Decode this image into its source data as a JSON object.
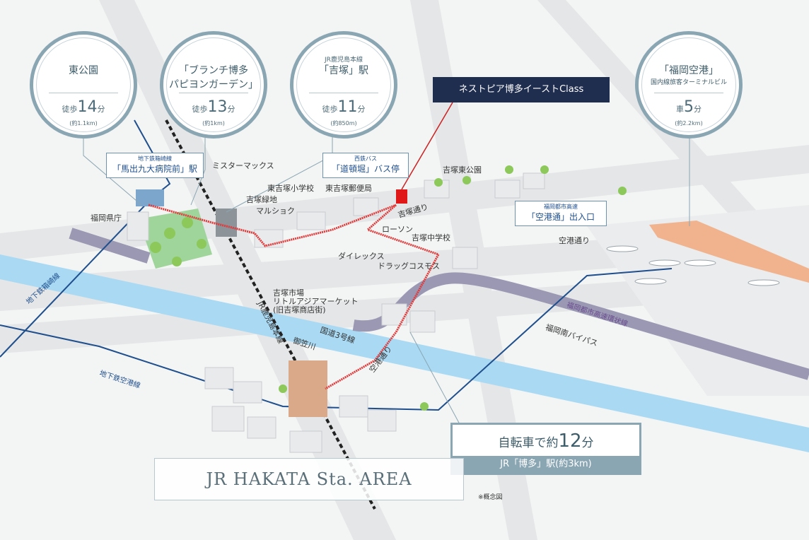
{
  "property_name": "ネストピア博多イーストClass",
  "destinations": [
    {
      "sub": "",
      "title": "東公園",
      "title2": "",
      "mode": "徒歩",
      "minutes": "14",
      "unit": "分",
      "distance": "(約1.1km)"
    },
    {
      "sub": "",
      "title": "「ブランチ博多",
      "title2": "パピヨンガーデン」",
      "mode": "徒歩",
      "minutes": "13",
      "unit": "分",
      "distance": "(約1km)"
    },
    {
      "sub": "JR鹿児島本線",
      "title": "「吉塚」駅",
      "title2": "",
      "mode": "徒歩",
      "minutes": "11",
      "unit": "分",
      "distance": "(約850m)"
    },
    {
      "sub": "",
      "title": "「福岡空港」",
      "title2": "国内線旅客ターミナルビル",
      "mode": "車",
      "minutes": "5",
      "unit": "分",
      "distance": "(約2.2km)"
    }
  ],
  "station_boxes": [
    {
      "line1": "地下鉄箱崎線",
      "line2": "「馬出九大病院前」駅"
    },
    {
      "line1": "西鉄バス",
      "line2": "「道頓堀」バス停"
    },
    {
      "line1": "福岡都市高速",
      "line2": "「空港通」出入口"
    }
  ],
  "places": {
    "fukuoka_pref": "福岡県庁",
    "mister_max": "ミスターマックス",
    "higashi_elem": "東吉塚小学校",
    "ryokuchi1": "吉塚緑地",
    "ryokuchi2": "マルショク",
    "post": "東吉塚郵便局",
    "yoshizuka_higashi_park": "吉塚東公園",
    "lawson": "ローソン",
    "jhs": "吉塚中学校",
    "direx": "ダイレックス",
    "drug": "ドラッグコスモス",
    "market1": "吉塚市場",
    "market2": "リトルアジアマーケット",
    "market3": "(旧吉塚商店街)"
  },
  "roads": {
    "yoshizuka_dori": "吉塚通り",
    "kuko_dori": "空港通り",
    "kuko_dori2": "空港通り",
    "route3": "国道3号線",
    "mikasa": "御笠川",
    "bypass": "福岡南バイパス",
    "jr_line": "JR鹿児島本線",
    "subway_hakozaki": "地下鉄箱崎線",
    "subway_kuko": "地下鉄空港線",
    "expressway": "福岡都市高速環状線"
  },
  "bike": {
    "text": "自転車で約",
    "minutes": "12",
    "unit": "分",
    "sub": "JR「博多」駅(約3km)"
  },
  "area_title": "JR HAKATA Sta. AREA",
  "note": "※概念図",
  "colors": {
    "navy": "#1f2d4f",
    "ring": "#8aa6b3",
    "route": "#e03a3a",
    "river": "#9ed3f2",
    "subway": "#1f4f8c",
    "expressway": "#8c8aa6"
  }
}
